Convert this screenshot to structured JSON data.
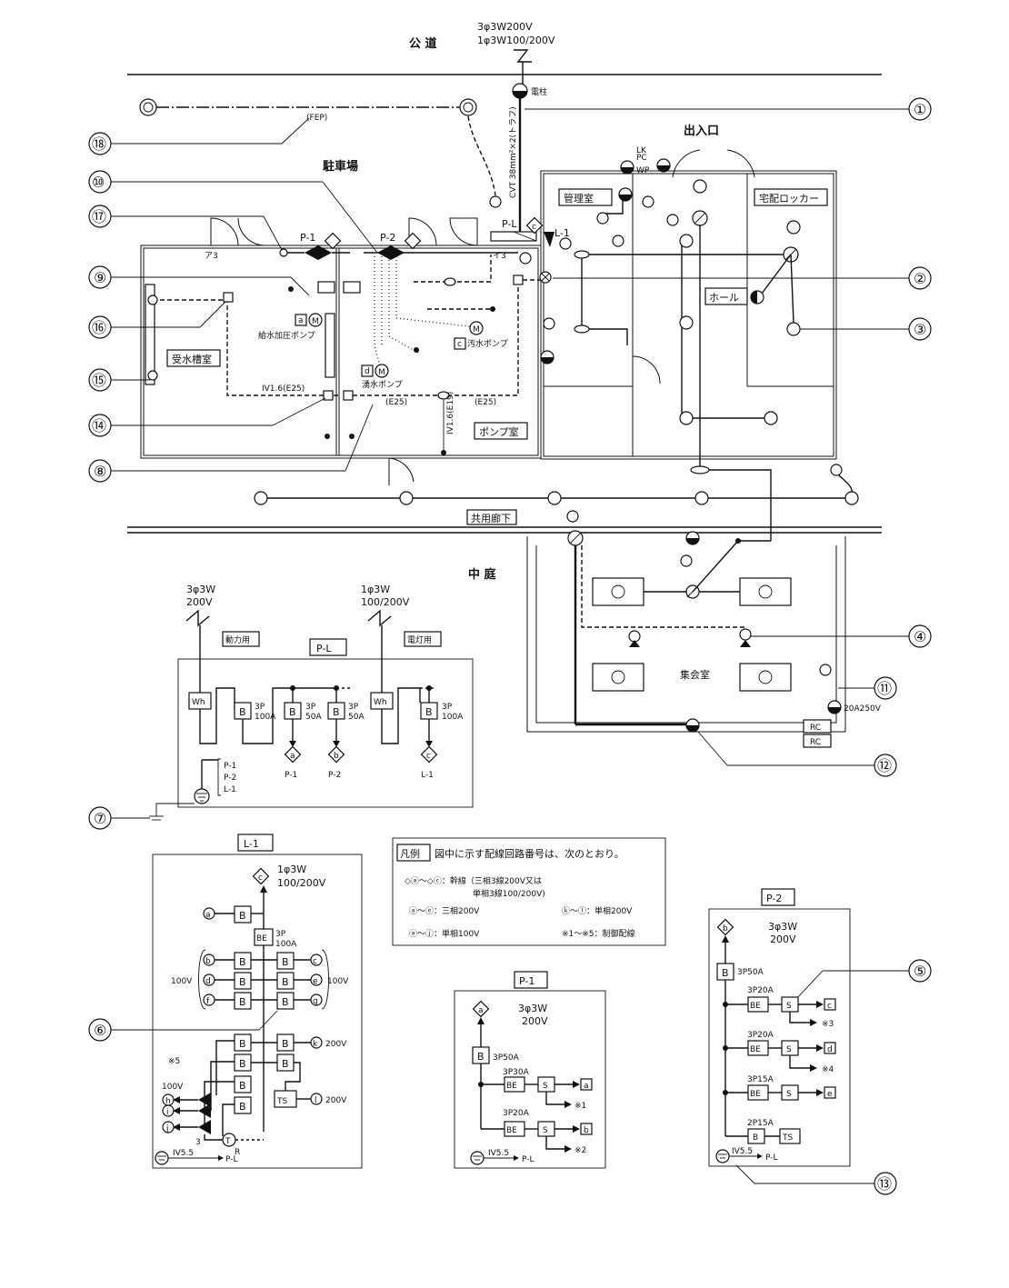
{
  "road": {
    "label": "公 道",
    "supply_1": "3φ3W200V",
    "supply_2": "1φ3W100/200V"
  },
  "labels": {
    "pole": "電柱",
    "entrance": "出入口",
    "parking": "駐車場",
    "cable": "CVT 38mm²×2(トラフ)",
    "fep": "(FEP)",
    "office": "管理室",
    "locker": "宅配ロッカー",
    "hall": "ホール",
    "tank_room": "受水槽室",
    "pump_room": "ポンプ室",
    "corridor": "共用廊下",
    "courtyard": "中 庭",
    "assembly": "集会室",
    "booster_pump": "給水加圧ポンプ",
    "sewage_pump": "汚水ポンプ",
    "spring_pump": "湧水ポンプ",
    "wire_iv16": "IV1.6(E25)",
    "wire_iv16_19": "IV1.6(E19)",
    "e25": "(E25)",
    "lk": "LK",
    "pc": "PC",
    "wp": "WP",
    "receptacle_20a": "20A250V",
    "rc": "RC"
  },
  "panels": {
    "pl": "P-L",
    "p1": "P-1",
    "p2": "P-2",
    "l1": "L-1"
  },
  "pl_diagram": {
    "title": "P-L",
    "left_supply": "3φ3W",
    "left_voltage": "200V",
    "right_supply": "1φ3W",
    "right_voltage": "100/200V",
    "power_tag": "動力用",
    "light_tag": "電灯用",
    "wh": "Wh",
    "b": "B",
    "b1_rating_1": "3P",
    "b1_rating_2": "100A",
    "b2_rating_1": "3P",
    "b2_rating_2": "50A",
    "b3_rating_1": "3P",
    "b3_rating_2": "50A",
    "b4_rating_1": "3P",
    "b4_rating_2": "100A",
    "out_a": "P-1",
    "out_b": "P-2",
    "out_c": "L-1",
    "earth_1": "P-1",
    "earth_2": "P-2",
    "earth_3": "L-1"
  },
  "l1_diagram": {
    "title": "L-1",
    "supply": "1φ3W",
    "voltage": "100/200V",
    "be_rating_1": "3P",
    "be_rating_2": "100A",
    "v100_left": "100V",
    "v100_right": "100V",
    "v200_k": "200V",
    "v200_l": "200V",
    "ts": "TS",
    "note5": "※5",
    "v100_bottom": "100V",
    "earth": "IV5.5",
    "earth_to": "P-L",
    "t": "T",
    "r": "R"
  },
  "p1_diagram": {
    "title": "P-1",
    "supply": "3φ3W",
    "voltage": "200V",
    "main": "3P50A",
    "br1": "3P30A",
    "br2": "3P20A",
    "n1": "※1",
    "n2": "※2",
    "earth": "IV5.5",
    "earth_to": "P-L"
  },
  "p2_diagram": {
    "title": "P-2",
    "supply": "3φ3W",
    "voltage": "200V",
    "main": "3P50A",
    "br1": "3P20A",
    "br2": "3P20A",
    "br3": "3P15A",
    "br4": "2P15A",
    "n3": "※3",
    "n4": "※4",
    "earth": "IV5.5",
    "earth_to": "P-L"
  },
  "legend": {
    "title": "凡例",
    "header": "図中に示す配線回路番号は、次のとおり。",
    "row1": "◇ⓐ〜◇ⓒ：幹線（三相3線200V又は",
    "row1b": "単相3線100/200V)",
    "row2a": "ⓐ〜ⓔ：三相200V",
    "row2b": "ⓚ〜ⓛ：単相200V",
    "row3a": "ⓐ〜ⓙ：単相100V",
    "row3b": "※1〜※5：制御配線"
  },
  "callouts": [
    "①",
    "②",
    "③",
    "④",
    "⑤",
    "⑥",
    "⑦",
    "⑧",
    "⑨",
    "⑩",
    "⑪",
    "⑫",
    "⑬",
    "⑭",
    "⑮",
    "⑯",
    "⑰",
    "⑱"
  ]
}
